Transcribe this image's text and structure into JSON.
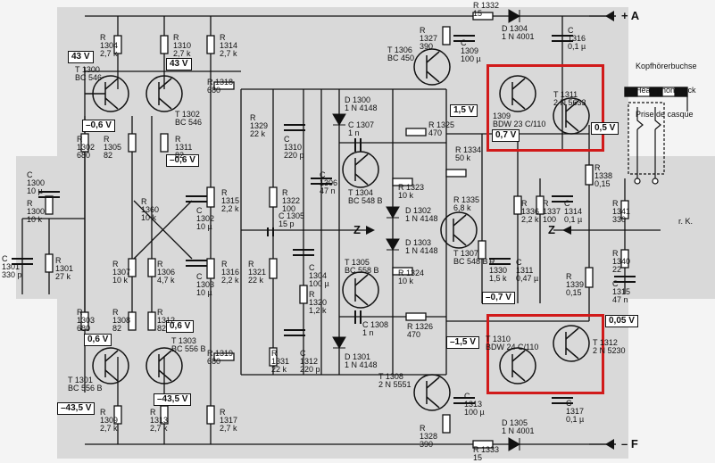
{
  "rails": {
    "pos": "+ A",
    "neg": "– F"
  },
  "z_labels": [
    "Z",
    "Z"
  ],
  "headphone": {
    "de": "Kopfhörerbuchse",
    "en": "Head phone jack",
    "fr": "Prise de casque",
    "rk": "r. K."
  },
  "voltages": [
    "43 V",
    "43 V",
    "–0,6 V",
    "–0,6 V",
    "1,5 V",
    "0,7 V",
    "0,5 V",
    "–0,7 V",
    "0,6 V",
    "0,6 V",
    "–1,5 V",
    "0,05 V",
    "–43,5 V",
    "–43,5 V"
  ],
  "components": {
    "r1304": [
      "R",
      "1304",
      "2,7 k"
    ],
    "r1310": [
      "R",
      "1310",
      "2,7 k"
    ],
    "r1314": [
      "R",
      "1314",
      "2,7 k"
    ],
    "t1300": [
      "T 1300",
      "BC 546"
    ],
    "t1302": [
      "T 1302",
      "BC 546"
    ],
    "r1318": [
      "R 1318",
      "680"
    ],
    "r1302": [
      "R",
      "1302",
      "680"
    ],
    "r1305": [
      "R",
      "1305",
      "82"
    ],
    "r1311": [
      "R",
      "1311",
      "82"
    ],
    "r1329": [
      "R",
      "1329",
      "22 k"
    ],
    "c1310": [
      "C",
      "1310",
      "220 p"
    ],
    "c1300": [
      "C",
      "1300",
      "10 µ"
    ],
    "r1300": [
      "R",
      "1300",
      "10 k"
    ],
    "r1360": [
      "R",
      "1360",
      "10 k"
    ],
    "c1302": [
      "C",
      "1302",
      "10 µ"
    ],
    "r1315": [
      "R",
      "1315",
      "2,2 k"
    ],
    "r1322": [
      "R",
      "1322",
      "100"
    ],
    "c1305": [
      "C 1305",
      "15 p"
    ],
    "c1301": [
      "C",
      "1301",
      "330 p"
    ],
    "r1301": [
      "R",
      "1301",
      "27 k"
    ],
    "r1307": [
      "R",
      "1307",
      "10 k"
    ],
    "r1306": [
      "R",
      "1306",
      "4,7 k"
    ],
    "c1303": [
      "C",
      "1303",
      "10 µ"
    ],
    "r1316": [
      "R",
      "1316",
      "2,2 k"
    ],
    "r1321": [
      "R",
      "1321",
      "22 k"
    ],
    "c1304": [
      "C",
      "1304",
      "100 µ"
    ],
    "r1320": [
      "R",
      "1320",
      "1,2 k"
    ],
    "r1303": [
      "R",
      "1303",
      "680"
    ],
    "r1308": [
      "R",
      "1308",
      "82"
    ],
    "r1312": [
      "R",
      "1312",
      "82"
    ],
    "t1301": [
      "T 1301",
      "BC 556 B"
    ],
    "t1303": [
      "T 1303",
      "BC 556 B"
    ],
    "r1319": [
      "R 1319",
      "680"
    ],
    "r1331": [
      "R",
      "1331",
      "22 k"
    ],
    "c1312": [
      "C",
      "1312",
      "220 p"
    ],
    "r1309": [
      "R",
      "1309",
      "2,7 k"
    ],
    "r1313": [
      "R",
      "1313",
      "2,7 k"
    ],
    "r1317": [
      "R",
      "1317",
      "2,7 k"
    ],
    "r1332": [
      "R 1332",
      "15"
    ],
    "d1304": [
      "D 1304",
      "1 N 4001"
    ],
    "t1306": [
      "T 1306",
      "BC 450"
    ],
    "r1327": [
      "R",
      "1327",
      "390"
    ],
    "c1309": [
      "C",
      "1309",
      "100 µ"
    ],
    "c1316": [
      "C",
      "1316",
      "0,1 µ"
    ],
    "d1300": [
      "D 1300",
      "1 N 4148"
    ],
    "c1307": [
      "C 1307",
      "1 n"
    ],
    "c1306": [
      "C",
      "1306",
      "47 n"
    ],
    "t1304": [
      "T 1304",
      "BC 548 B"
    ],
    "r1323": [
      "R 1323",
      "10 k"
    ],
    "d1302": [
      "D 1302",
      "1 N 4148"
    ],
    "d1303": [
      "D 1303",
      "1 N 4148"
    ],
    "r1325": [
      "R 1325",
      "470"
    ],
    "r1334": [
      "R 1334",
      "50 k"
    ],
    "r1335": [
      "R 1335",
      "6,8 k"
    ],
    "t1307": [
      "T 1307",
      "BC 548 B"
    ],
    "r1336": [
      "R",
      "1336",
      "2,2 k"
    ],
    "r1337": [
      "R",
      "1337",
      "100"
    ],
    "c1314": [
      "C",
      "1314",
      "0,1 µ"
    ],
    "t1305": [
      "T 1305",
      "BC 558 B"
    ],
    "r1324": [
      "R 1324",
      "10 k"
    ],
    "r1330": [
      "R",
      "1330",
      "1,5 k"
    ],
    "c1311": [
      "C",
      "1311",
      "0,47 µ"
    ],
    "c1308": [
      "C 1308",
      "1 n"
    ],
    "r1326": [
      "R 1326",
      "470"
    ],
    "d1301": [
      "D 1301",
      "1 N 4148"
    ],
    "t1309": [
      "1309",
      "BDW 23 C/110"
    ],
    "t1311": [
      "T 1311",
      "2 N 5633"
    ],
    "r1338": [
      "R",
      "1338",
      "0,15"
    ],
    "r1341": [
      "R",
      "1341",
      "330"
    ],
    "r1340": [
      "R",
      "1340",
      "22"
    ],
    "c1315": [
      "C",
      "1315",
      "47 n"
    ],
    "r1339": [
      "R",
      "1339",
      "0,15"
    ],
    "t1310": [
      "T 1310",
      "BDW 24 C/110"
    ],
    "t1312": [
      "T 1312",
      "2 N 5230"
    ],
    "t1308": [
      "T 1308",
      "2 N 5551"
    ],
    "c1313": [
      "C",
      "1313",
      "100 µ"
    ],
    "c1317": [
      "C",
      "1317",
      "0,1 µ"
    ],
    "r1328": [
      "R",
      "1328",
      "390"
    ],
    "d1305": [
      "D 1305",
      "1 N 4001"
    ],
    "r1333": [
      "R 1333",
      "15"
    ]
  }
}
